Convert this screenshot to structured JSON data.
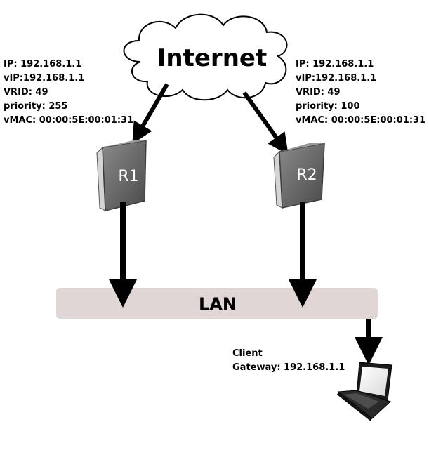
{
  "internet": {
    "label": "Internet"
  },
  "routers": [
    {
      "name": "R1",
      "ip_line": "IP: 192.168.1.1",
      "vip_line": "vIP:192.168.1.1",
      "vrid_line": "VRID: 49",
      "priority_line": "priority: 255",
      "vmac_line": "vMAC: 00:00:5E:00:01:31"
    },
    {
      "name": "R2",
      "ip_line": "IP: 192.168.1.1",
      "vip_line": "vIP:192.168.1.1",
      "vrid_line": "VRID: 49",
      "priority_line": "priority: 100",
      "vmac_line": "vMAC: 00:00:5E:00:01:31"
    }
  ],
  "lan": {
    "label": "LAN"
  },
  "client": {
    "title": "Client",
    "gateway_line": "Gateway: 192.168.1.1"
  },
  "colors": {
    "lan_bar": "#e0d6d6",
    "router_front": "#6b6b6b",
    "router_side": "#bdbdbd",
    "arrow": "#000000",
    "cloud_fill": "#ffffff",
    "cloud_stroke": "#000000"
  },
  "icons": [
    "cloud-icon",
    "router-icon",
    "laptop-icon"
  ]
}
